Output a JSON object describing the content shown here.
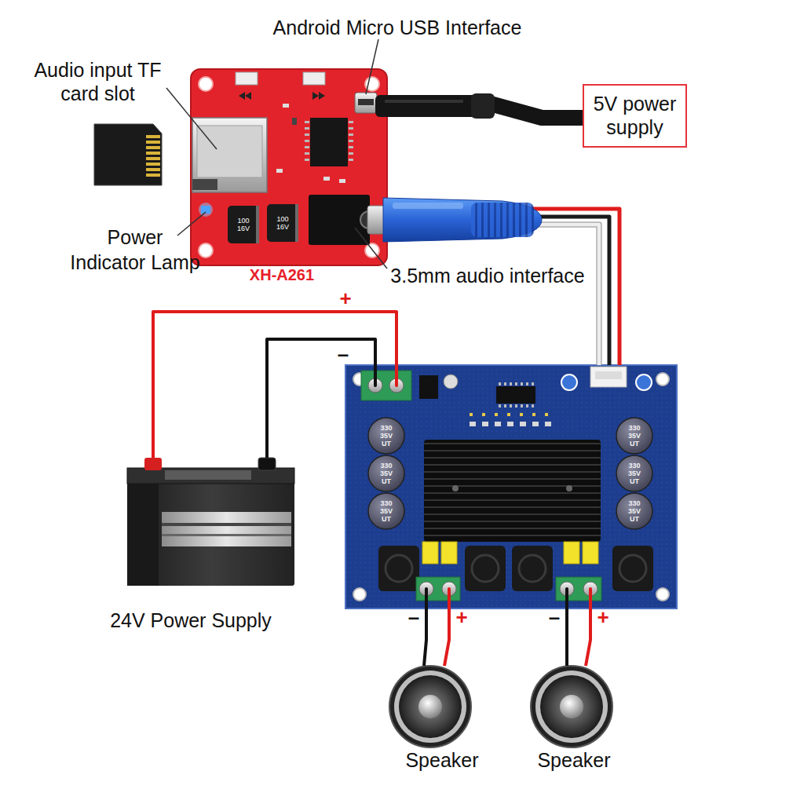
{
  "diagram": {
    "nodes": [
      {
        "text": [
          "XH-A261"
        ]
      },
      {
        "text": [
          "5V power supply"
        ]
      },
      {
        "text": [
          "330 35V UT",
          "330 35V UT",
          "330 35V UT",
          "330 35V UT",
          "330 35V UT",
          "330 35V UT"
        ]
      },
      {
        "text": [
          "24V Power Supply"
        ]
      },
      {
        "text": [
          "Speaker"
        ]
      },
      {
        "text": [
          "Speaker"
        ]
      }
    ],
    "edges": [
      {
        "from": 0,
        "to": 1,
        "arrow": "none"
      },
      {
        "from": 0,
        "to": 2,
        "arrow": "none"
      },
      {
        "from": 3,
        "to": 2,
        "label": "+",
        "arrow": "none"
      },
      {
        "from": 3,
        "to": 2,
        "label": "–",
        "arrow": "none"
      },
      {
        "from": 2,
        "to": 4,
        "label": "–",
        "arrow": "none"
      },
      {
        "from": 2,
        "to": 4,
        "label": "+",
        "arrow": "none"
      },
      {
        "from": 2,
        "to": 5,
        "label": "–",
        "arrow": "none"
      },
      {
        "from": 2,
        "to": 5,
        "label": "+",
        "arrow": "none"
      }
    ],
    "labels": [
      "Android Micro USB Interface",
      "Audio input TF card slot",
      "Power Indicator Lamp",
      "3.5mm audio interface",
      "100 16V",
      "100 16V"
    ]
  }
}
